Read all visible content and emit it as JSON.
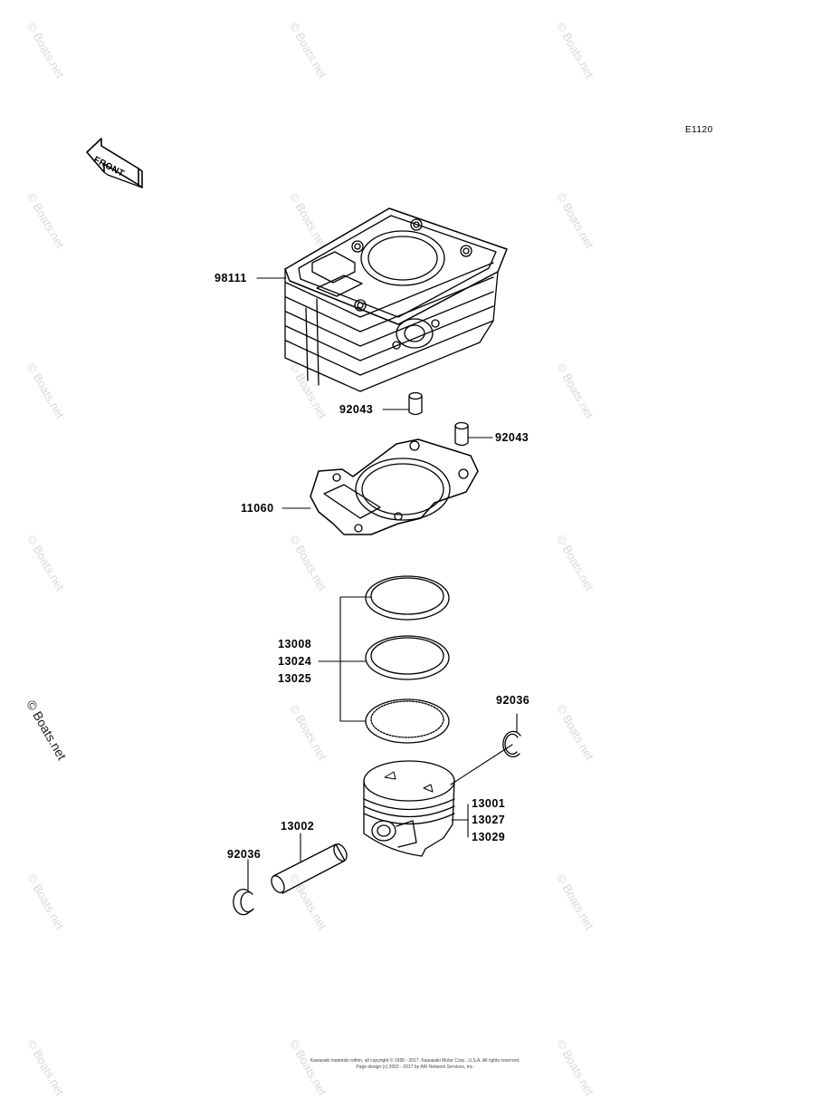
{
  "diagram": {
    "code": "E1120",
    "front_label": "FRONT",
    "parts": {
      "cylinder": "98111",
      "dowel_pin_left": "92043",
      "dowel_pin_right": "92043",
      "gasket": "11060",
      "rings": [
        "13008",
        "13024",
        "13025"
      ],
      "snap_ring_right": "92036",
      "piston": [
        "13001",
        "13027",
        "13029"
      ],
      "piston_pin": "13002",
      "snap_ring_left": "92036"
    }
  },
  "watermark": {
    "text": "© Boats.net"
  },
  "footer": {
    "line1": "Kawasaki materials within, all copyright © 1995 - 2017, Kawasaki Motor Corp., U.S.A. All rights reserved.",
    "line2": "Page design (c) 2002 - 2017 by ARI Network Services, Inc."
  }
}
